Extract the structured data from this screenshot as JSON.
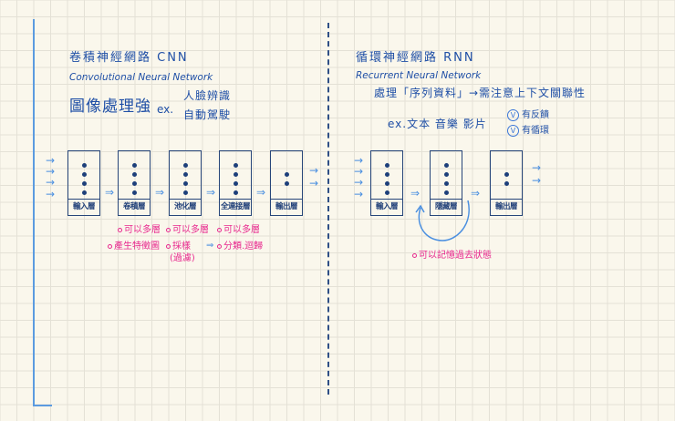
{
  "cnn": {
    "title": "卷積神經網路 CNN",
    "subtitle": "Convolutional Neural Network",
    "strength": "圖像處理強",
    "ex_label": "ex.",
    "examples": [
      "人臉辨識",
      "自動駕駛"
    ],
    "layers": [
      {
        "label": "輸入層",
        "dots": 4
      },
      {
        "label": "卷積層",
        "dots": 4
      },
      {
        "label": "池化層",
        "dots": 4
      },
      {
        "label": "全連接層",
        "dots": 4
      },
      {
        "label": "輸出層",
        "dots": 2
      }
    ],
    "notes": {
      "conv_1": "可以多層",
      "conv_2": "產生特徵圖",
      "pool_1": "可以多層",
      "pool_2": "採樣",
      "pool_3": "(過濾)",
      "fc_1": "可以多層",
      "fc_2": "分類.迴歸",
      "arrow": "⇒"
    }
  },
  "rnn": {
    "title": "循環神經網路 RNN",
    "subtitle": "Recurrent Neural Network",
    "description": "處理「序列資料」→需注意上下文關聯性",
    "ex_line": "ex.文本  音樂  影片",
    "features": [
      "有反饋",
      "有循環"
    ],
    "check_mark": "V",
    "layers": [
      {
        "label": "輸入層",
        "dots": 4
      },
      {
        "label": "隱藏層",
        "dots": 4
      },
      {
        "label": "輸出層",
        "dots": 2
      }
    ],
    "note": "可以記憶過去狀態"
  },
  "colors": {
    "paper": "#faf7ec",
    "grid": "#e4e1d6",
    "ink_blue": "#1f4fa6",
    "arrow_blue": "#4a8fe0",
    "pink": "#e8288e",
    "margin": "#5b9be0"
  },
  "glyphs": {
    "input_arrow": "→",
    "layer_arrow": "⇒"
  }
}
